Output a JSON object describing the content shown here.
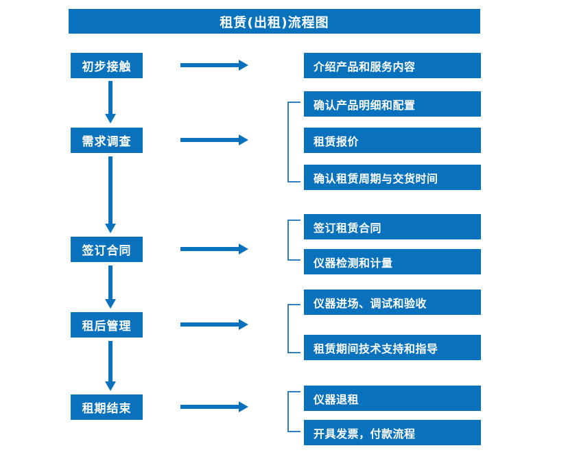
{
  "title": "租赁(出租)流程图",
  "colors": {
    "primary": "#0a72bd",
    "bracket": "#2f7fc0",
    "text": "#ffffff",
    "background": "#ffffff"
  },
  "stages": [
    {
      "label": "初步接触"
    },
    {
      "label": "需求调查"
    },
    {
      "label": "签订合同"
    },
    {
      "label": "租后管理"
    },
    {
      "label": "租期结束"
    }
  ],
  "details": [
    {
      "label": "介绍产品和服务内容"
    },
    {
      "label": "确认产品明细和配置"
    },
    {
      "label": "租赁报价"
    },
    {
      "label": "确认租赁周期与交货时间"
    },
    {
      "label": "签订租赁合同"
    },
    {
      "label": "仪器检测和计量"
    },
    {
      "label": "仪器进场、调试和验收"
    },
    {
      "label": "租赁期间技术支持和指导"
    },
    {
      "label": "仪器退租"
    },
    {
      "label": "开具发票，付款流程"
    }
  ],
  "groups": [
    {
      "stage": "需求调查",
      "detail_indexes": [
        1,
        2,
        3
      ]
    },
    {
      "stage": "签订合同",
      "detail_indexes": [
        4,
        5
      ]
    },
    {
      "stage": "租后管理",
      "detail_indexes": [
        6,
        7
      ]
    },
    {
      "stage": "租期结束",
      "detail_indexes": [
        8,
        9
      ]
    }
  ],
  "flow_sequence": [
    "初步接触",
    "需求调查",
    "签订合同",
    "租后管理",
    "租期结束"
  ]
}
